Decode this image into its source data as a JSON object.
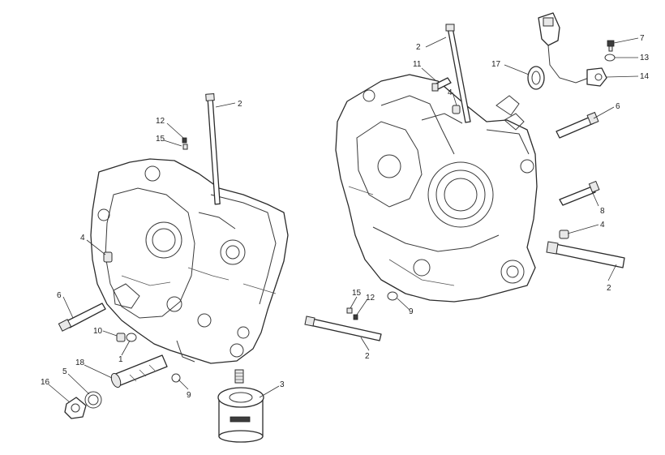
{
  "callouts": [
    {
      "id": "c2a",
      "text": "2"
    },
    {
      "id": "c12a",
      "text": "12"
    },
    {
      "id": "c15a",
      "text": "15"
    },
    {
      "id": "c4a",
      "text": "4"
    },
    {
      "id": "c6a",
      "text": "6"
    },
    {
      "id": "c10",
      "text": "10"
    },
    {
      "id": "c1",
      "text": "1"
    },
    {
      "id": "c18",
      "text": "18"
    },
    {
      "id": "c5",
      "text": "5"
    },
    {
      "id": "c16",
      "text": "16"
    },
    {
      "id": "c9a",
      "text": "9"
    },
    {
      "id": "c3",
      "text": "3"
    },
    {
      "id": "c15b",
      "text": "15"
    },
    {
      "id": "c12b",
      "text": "12"
    },
    {
      "id": "c9b",
      "text": "9"
    },
    {
      "id": "c2b",
      "text": "2"
    },
    {
      "id": "c2c",
      "text": "2"
    },
    {
      "id": "c11",
      "text": "11"
    },
    {
      "id": "c4b",
      "text": "4"
    },
    {
      "id": "c17",
      "text": "17"
    },
    {
      "id": "c7",
      "text": "7"
    },
    {
      "id": "c13",
      "text": "13"
    },
    {
      "id": "c14",
      "text": "14"
    },
    {
      "id": "c6b",
      "text": "6"
    },
    {
      "id": "c8",
      "text": "8"
    },
    {
      "id": "c4c",
      "text": "4"
    },
    {
      "id": "c2d",
      "text": "2"
    }
  ]
}
